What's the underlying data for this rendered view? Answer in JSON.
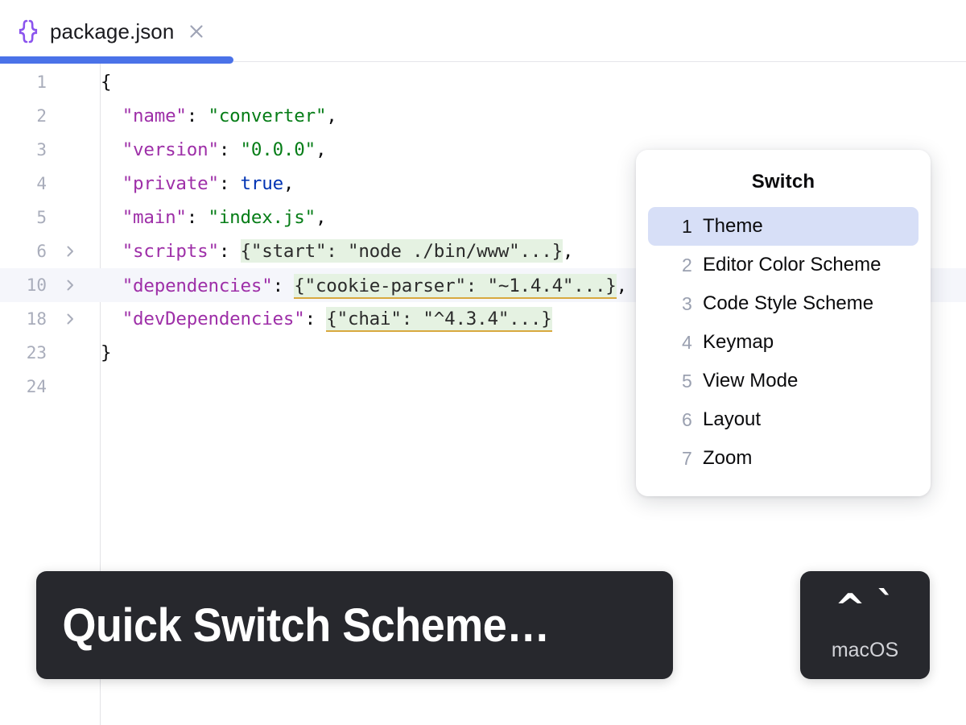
{
  "tab": {
    "icon": "json-braces-icon",
    "label": "package.json",
    "close_icon": "close-icon",
    "accent_color": "#4a72e8",
    "icon_color": "#8b54ee"
  },
  "editor": {
    "language": "json",
    "current_line": 10,
    "lines": [
      {
        "no": "1",
        "fold": "",
        "current": false,
        "segments": [
          {
            "t": "{",
            "c": "p"
          }
        ]
      },
      {
        "no": "2",
        "fold": "",
        "current": false,
        "segments": [
          {
            "t": "  ",
            "c": "p"
          },
          {
            "t": "\"name\"",
            "c": "k"
          },
          {
            "t": ": ",
            "c": "p"
          },
          {
            "t": "\"converter\"",
            "c": "s"
          },
          {
            "t": ",",
            "c": "p"
          }
        ]
      },
      {
        "no": "3",
        "fold": "",
        "current": false,
        "segments": [
          {
            "t": "  ",
            "c": "p"
          },
          {
            "t": "\"version\"",
            "c": "k"
          },
          {
            "t": ": ",
            "c": "p"
          },
          {
            "t": "\"0.0.0\"",
            "c": "s"
          },
          {
            "t": ",",
            "c": "p"
          }
        ]
      },
      {
        "no": "4",
        "fold": "",
        "current": false,
        "segments": [
          {
            "t": "  ",
            "c": "p"
          },
          {
            "t": "\"private\"",
            "c": "k"
          },
          {
            "t": ": ",
            "c": "p"
          },
          {
            "t": "true",
            "c": "b"
          },
          {
            "t": ",",
            "c": "p"
          }
        ]
      },
      {
        "no": "5",
        "fold": "",
        "current": false,
        "segments": [
          {
            "t": "  ",
            "c": "p"
          },
          {
            "t": "\"main\"",
            "c": "k"
          },
          {
            "t": ": ",
            "c": "p"
          },
          {
            "t": "\"index.js\"",
            "c": "s"
          },
          {
            "t": ",",
            "c": "p"
          }
        ]
      },
      {
        "no": "6",
        "fold": "expanded-chevron",
        "current": false,
        "segments": [
          {
            "t": "  ",
            "c": "p"
          },
          {
            "t": "\"scripts\"",
            "c": "k"
          },
          {
            "t": ": ",
            "c": "p"
          },
          {
            "t": "{\"start\": \"node ./bin/www\"...}",
            "c": "fold nounder"
          },
          {
            "t": ",",
            "c": "p"
          }
        ]
      },
      {
        "no": "10",
        "fold": "expanded-chevron",
        "current": true,
        "segments": [
          {
            "t": "  ",
            "c": "p"
          },
          {
            "t": "\"dependencies\"",
            "c": "k"
          },
          {
            "t": ": ",
            "c": "p"
          },
          {
            "t": "CARET",
            "c": "caret"
          },
          {
            "t": "{\"cookie-parser\": \"~1.4.4\"...}",
            "c": "fold"
          },
          {
            "t": ",",
            "c": "p"
          }
        ]
      },
      {
        "no": "18",
        "fold": "expanded-chevron",
        "current": false,
        "segments": [
          {
            "t": "  ",
            "c": "p"
          },
          {
            "t": "\"devDependencies\"",
            "c": "k"
          },
          {
            "t": ": ",
            "c": "p"
          },
          {
            "t": "{\"chai\": \"^4.3.4\"...}",
            "c": "fold"
          }
        ]
      },
      {
        "no": "23",
        "fold": "",
        "current": false,
        "segments": [
          {
            "t": "}",
            "c": "p"
          }
        ]
      },
      {
        "no": "24",
        "fold": "",
        "current": false,
        "segments": []
      }
    ]
  },
  "popup": {
    "title": "Switch",
    "items": [
      {
        "num": "1",
        "label": "Theme",
        "selected": true
      },
      {
        "num": "2",
        "label": "Editor Color Scheme",
        "selected": false
      },
      {
        "num": "3",
        "label": "Code Style Scheme",
        "selected": false
      },
      {
        "num": "4",
        "label": "Keymap",
        "selected": false
      },
      {
        "num": "5",
        "label": "View Mode",
        "selected": false
      },
      {
        "num": "6",
        "label": "Layout",
        "selected": false
      },
      {
        "num": "7",
        "label": "Zoom",
        "selected": false
      }
    ],
    "selected_color": "#d7dff7"
  },
  "banner": {
    "text": "Quick Switch Scheme…",
    "background": "#27282d",
    "text_color": "#ffffff"
  },
  "shortcut": {
    "modifier": "^",
    "key": "`",
    "os": "macOS",
    "background": "#27282d"
  }
}
